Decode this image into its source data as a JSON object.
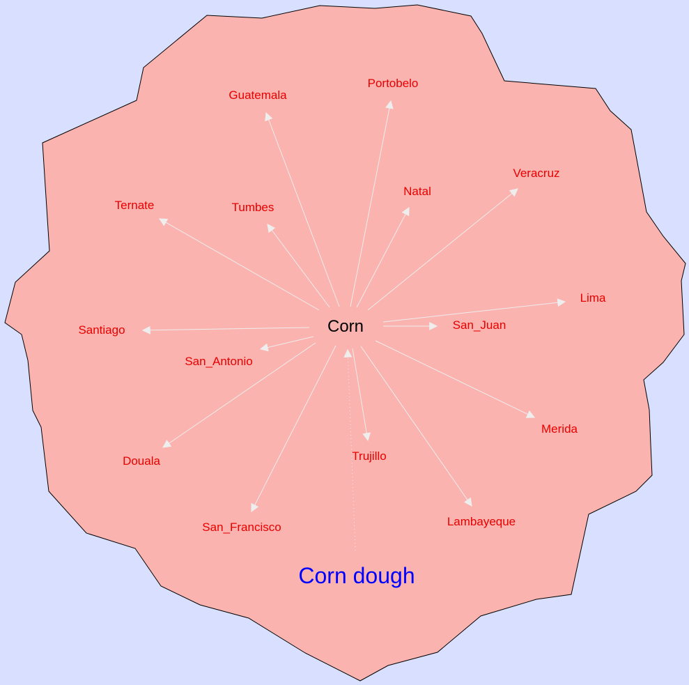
{
  "colors": {
    "background": "#d9e0ff",
    "region_fill": "#fab3ae",
    "region_stroke": "#000000",
    "edge": "#eeeeee",
    "city_text": "#e80000",
    "center_text": "#000000",
    "bottom_text": "#0000ff"
  },
  "center": {
    "label": "Corn"
  },
  "bottom_node": {
    "label": "Corn dough"
  },
  "cities": [
    {
      "id": "guatemala",
      "label": "Guatemala"
    },
    {
      "id": "portobelo",
      "label": "Portobelo"
    },
    {
      "id": "veracruz",
      "label": "Veracruz"
    },
    {
      "id": "natal",
      "label": "Natal"
    },
    {
      "id": "ternate",
      "label": "Ternate"
    },
    {
      "id": "tumbes",
      "label": "Tumbes"
    },
    {
      "id": "lima",
      "label": "Lima"
    },
    {
      "id": "santiago",
      "label": "Santiago"
    },
    {
      "id": "san_juan",
      "label": "San_Juan"
    },
    {
      "id": "san_antonio",
      "label": "San_Antonio"
    },
    {
      "id": "merida",
      "label": "Merida"
    },
    {
      "id": "douala",
      "label": "Douala"
    },
    {
      "id": "trujillo",
      "label": "Trujillo"
    },
    {
      "id": "lambayeque",
      "label": "Lambayeque"
    },
    {
      "id": "san_francisco",
      "label": "San_Francisco"
    }
  ]
}
